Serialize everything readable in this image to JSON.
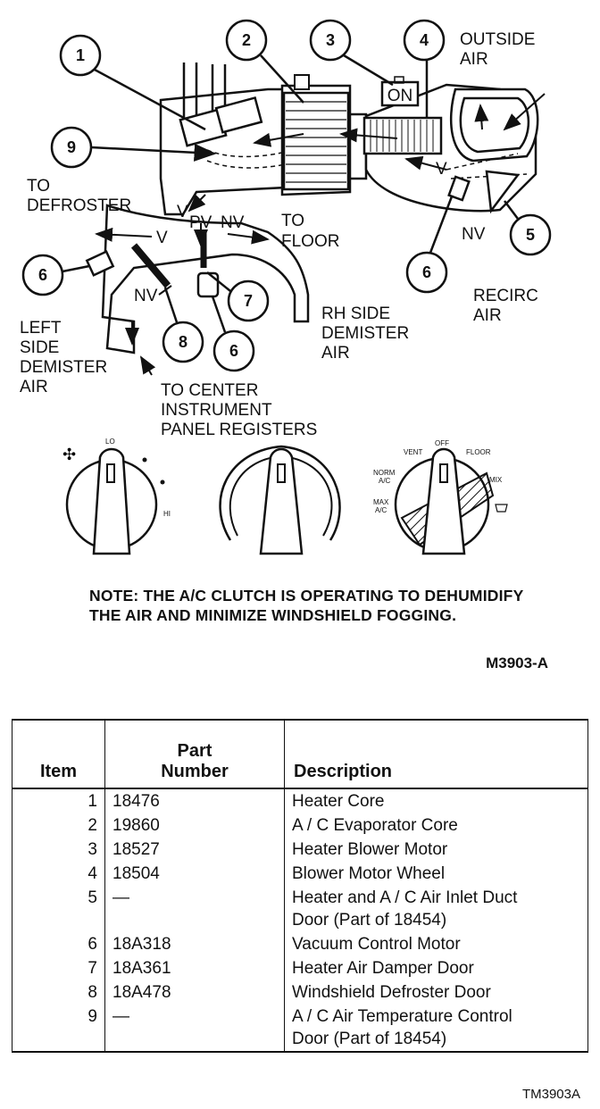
{
  "diagram": {
    "callouts": [
      "1",
      "2",
      "3",
      "4",
      "9",
      "5",
      "6",
      "6",
      "7",
      "8",
      "6"
    ],
    "switch_text": "ON",
    "labels": {
      "outside_air_1": "OUTSIDE",
      "outside_air_2": "AIR",
      "to_defroster_1": "TO",
      "to_defroster_2": "DEFROSTER",
      "to_floor_1": "TO",
      "to_floor_2": "FLOOR",
      "recirc_1": "RECIRC",
      "recirc_2": "AIR",
      "rh_1": "RH SIDE",
      "rh_2": "DEMISTER",
      "rh_3": "AIR",
      "left_1": "LEFT",
      "left_2": "SIDE",
      "left_3": "DEMISTER",
      "left_4": "AIR",
      "center_1": "TO CENTER",
      "center_2": "INSTRUMENT",
      "center_3": "PANEL REGISTERS",
      "v1": "V",
      "v2": "V",
      "v3": "V",
      "pv": "PV",
      "nv1": "NV",
      "nv2": "NV",
      "nv3": "NV"
    },
    "controls": {
      "fan_lo": "LO",
      "fan_hi": "HI",
      "vent": "VENT",
      "off": "OFF",
      "floor": "FLOOR",
      "norm_ac_1": "NORM",
      "norm_ac_2": "A/C",
      "max_ac_1": "MAX",
      "max_ac_2": "A/C",
      "mix": "MIX"
    }
  },
  "note": "NOTE: THE A/C CLUTCH IS OPERATING TO DEHUMIDIFY THE AIR AND MINIMIZE WINDSHIELD FOGGING.",
  "figure_id": "M3903-A",
  "table": {
    "headers": {
      "item": "Item",
      "part_1": "Part",
      "part_2": "Number",
      "description": "Description"
    },
    "rows": [
      {
        "item": "1",
        "part": "18476",
        "description": [
          "Heater Core"
        ]
      },
      {
        "item": "2",
        "part": "19860",
        "description": [
          "A / C Evaporator Core"
        ]
      },
      {
        "item": "3",
        "part": "18527",
        "description": [
          "Heater Blower Motor"
        ]
      },
      {
        "item": "4",
        "part": "18504",
        "description": [
          "Blower Motor Wheel"
        ]
      },
      {
        "item": "5",
        "part": "—",
        "description": [
          "Heater and A / C Air Inlet Duct",
          "Door (Part of 18454)"
        ]
      },
      {
        "item": "6",
        "part": "18A318",
        "description": [
          "Vacuum Control Motor"
        ]
      },
      {
        "item": "7",
        "part": "18A361",
        "description": [
          "Heater Air Damper Door"
        ]
      },
      {
        "item": "8",
        "part": "18A478",
        "description": [
          "Windshield Defroster Door"
        ]
      },
      {
        "item": "9",
        "part": "—",
        "description": [
          "A / C Air Temperature Control",
          "Door (Part of 18454)"
        ]
      }
    ]
  },
  "table_id": "TM3903A"
}
